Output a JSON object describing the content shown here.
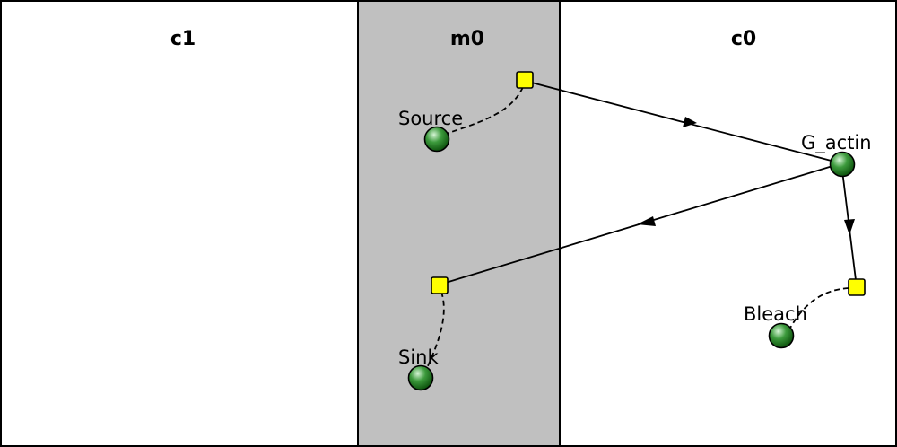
{
  "compartments": [
    {
      "id": "c1",
      "label": "c1",
      "fill": "#ffffff"
    },
    {
      "id": "m0",
      "label": "m0",
      "fill": "#c0c0c0"
    },
    {
      "id": "c0",
      "label": "c0",
      "fill": "#ffffff"
    }
  ],
  "species": [
    {
      "id": "source",
      "label": "Source"
    },
    {
      "id": "g-actin",
      "label": "G_actin"
    },
    {
      "id": "bleach",
      "label": "Bleach"
    },
    {
      "id": "sink",
      "label": "Sink"
    }
  ],
  "colors": {
    "reaction_node": "#ffff00",
    "species_dark": "#0b5a0b",
    "species_light": "#c8f0c8",
    "membrane": "#c0c0c0"
  }
}
